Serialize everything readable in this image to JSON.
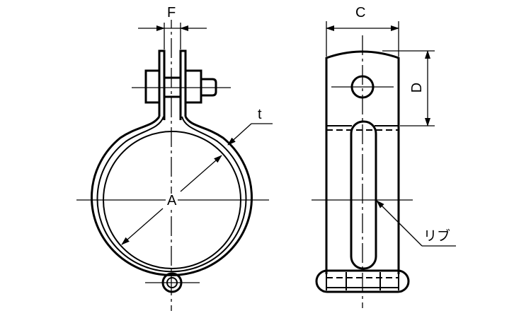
{
  "labels": {
    "F": "F",
    "A": "A",
    "t": "t",
    "C": "C",
    "D": "D",
    "rib": "リブ"
  }
}
